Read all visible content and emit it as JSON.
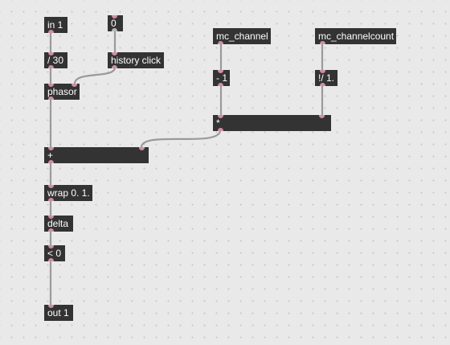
{
  "patcher": {
    "objects": {
      "in1": {
        "label": "in 1"
      },
      "zero": {
        "label": "0"
      },
      "div30": {
        "label": "/ 30"
      },
      "history_click": {
        "label": "history click"
      },
      "phasor": {
        "label": "phasor"
      },
      "mc_channel": {
        "label": "mc_channel"
      },
      "mc_channelcount": {
        "label": "mc_channelcount"
      },
      "minus1": {
        "label": "- 1"
      },
      "rdiv1": {
        "label": "!/ 1."
      },
      "times": {
        "label": "*"
      },
      "plus": {
        "label": "+"
      },
      "wrap": {
        "label": "wrap 0. 1."
      },
      "delta": {
        "label": "delta"
      },
      "lt0": {
        "label": "< 0"
      },
      "out1": {
        "label": "out 1"
      }
    },
    "colors": {
      "canvas": "#e9e9e9",
      "grid_dot": "#c6c6c6",
      "box_fill": "#333333",
      "box_text": "#ffffff",
      "port": "#cf8fa2",
      "patch_cord": "#9a9a9a"
    }
  }
}
